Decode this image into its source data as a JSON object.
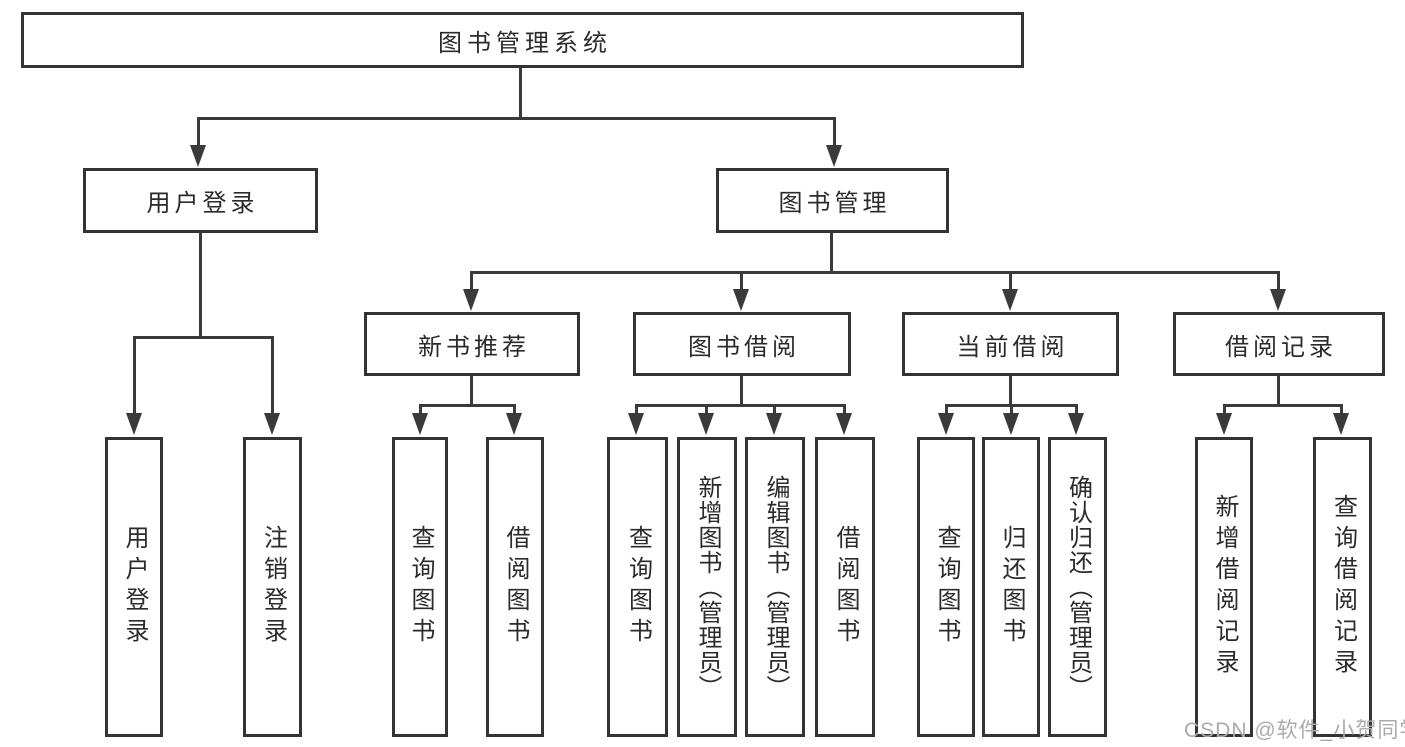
{
  "diagram": {
    "root": "图书管理系统",
    "level2": {
      "login": "用户登录",
      "management": "图书管理"
    },
    "level3": {
      "recommend": "新书推荐",
      "borrow": "图书借阅",
      "current": "当前借阅",
      "records": "借阅记录"
    },
    "leaves": {
      "login": [
        "用户登录",
        "注销登录"
      ],
      "recommend": [
        "查询图书",
        "借阅图书"
      ],
      "borrow": [
        "查询图书",
        "新增图书（管理员）",
        "编辑图书（管理员）",
        "借阅图书"
      ],
      "current": [
        "查询图书",
        "归还图书",
        "确认归还（管理员）"
      ],
      "records": [
        "新增借阅记录",
        "查询借阅记录"
      ]
    }
  },
  "watermark": {
    "text": "CSDN @软件_小贺同学"
  },
  "colors": {
    "line": "#3a3a3a",
    "border": "#333333",
    "text": "#2b2b2b",
    "background": "#ffffff",
    "watermark": "#ababab"
  }
}
